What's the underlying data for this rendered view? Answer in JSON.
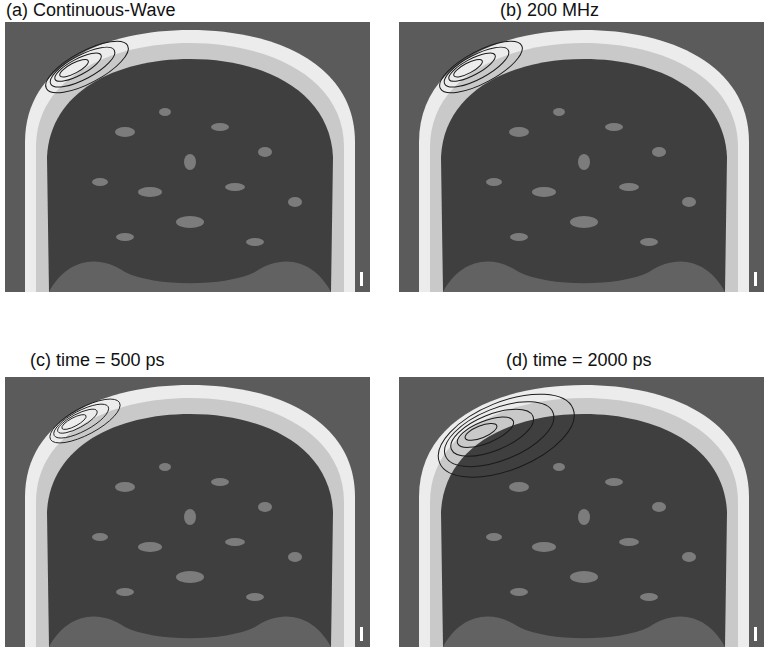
{
  "diagram": {
    "labels": [
      "(a) Continuous-Wave",
      "(b) 200 MHz",
      "(c) time = 500 ps",
      "(d) time = 2000 ps"
    ]
  }
}
